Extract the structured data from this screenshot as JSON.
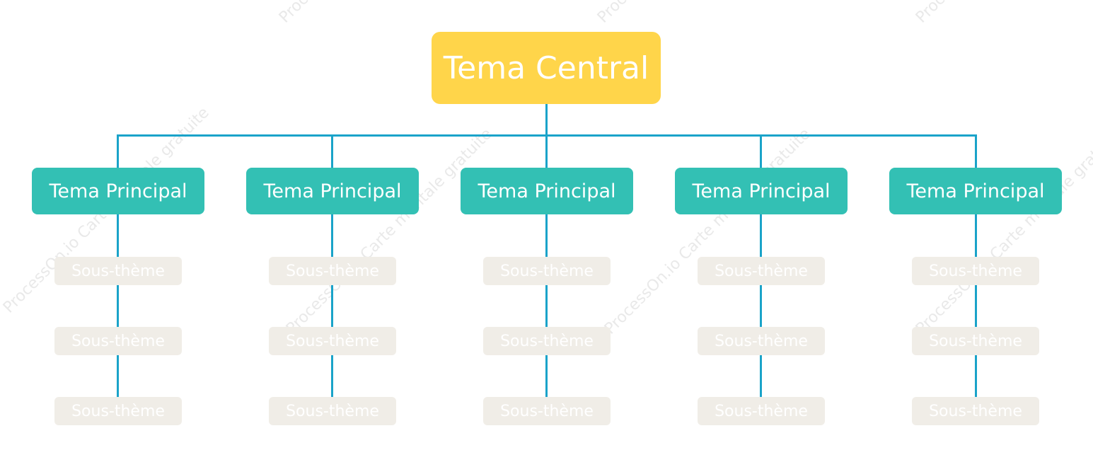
{
  "central": {
    "label": "Tema Central"
  },
  "main_topics": [
    {
      "label": "Tema Principal",
      "subtopics": [
        "Sous-thème",
        "Sous-thème",
        "Sous-thème"
      ]
    },
    {
      "label": "Tema Principal",
      "subtopics": [
        "Sous-thème",
        "Sous-thème",
        "Sous-thème"
      ]
    },
    {
      "label": "Tema Principal",
      "subtopics": [
        "Sous-thème",
        "Sous-thème",
        "Sous-thème"
      ]
    },
    {
      "label": "Tema Principal",
      "subtopics": [
        "Sous-thème",
        "Sous-thème",
        "Sous-thème"
      ]
    },
    {
      "label": "Tema Principal",
      "subtopics": [
        "Sous-thème",
        "Sous-thème",
        "Sous-thème"
      ]
    }
  ],
  "watermark": "ProcessOn.io Carte mentale gratuite",
  "colors": {
    "central_fill": "#ffd54a",
    "main_fill": "#33c0b4",
    "sub_fill": "#f0ede7",
    "connector": "#1aa3c9",
    "text": "#ffffff"
  }
}
